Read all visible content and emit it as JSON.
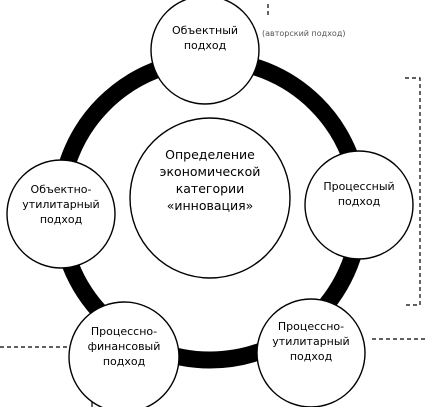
{
  "diagram": {
    "center": {
      "lines": [
        "Определение",
        "экономической",
        "категории",
        "«инновация»"
      ]
    },
    "nodes": [
      {
        "id": "object",
        "lines": [
          "Объектный",
          "подход"
        ]
      },
      {
        "id": "process",
        "lines": [
          "Процессный",
          "подход"
        ]
      },
      {
        "id": "process-utilitarian",
        "lines": [
          "Процессно-",
          "утилитарный",
          "подход"
        ]
      },
      {
        "id": "process-financial",
        "lines": [
          "Процессно-",
          "финансовый",
          "подход"
        ]
      },
      {
        "id": "object-utilitarian",
        "lines": [
          "Объектно-",
          "утилитарный",
          "подход"
        ]
      }
    ],
    "side_note": "(авторский подход)"
  }
}
